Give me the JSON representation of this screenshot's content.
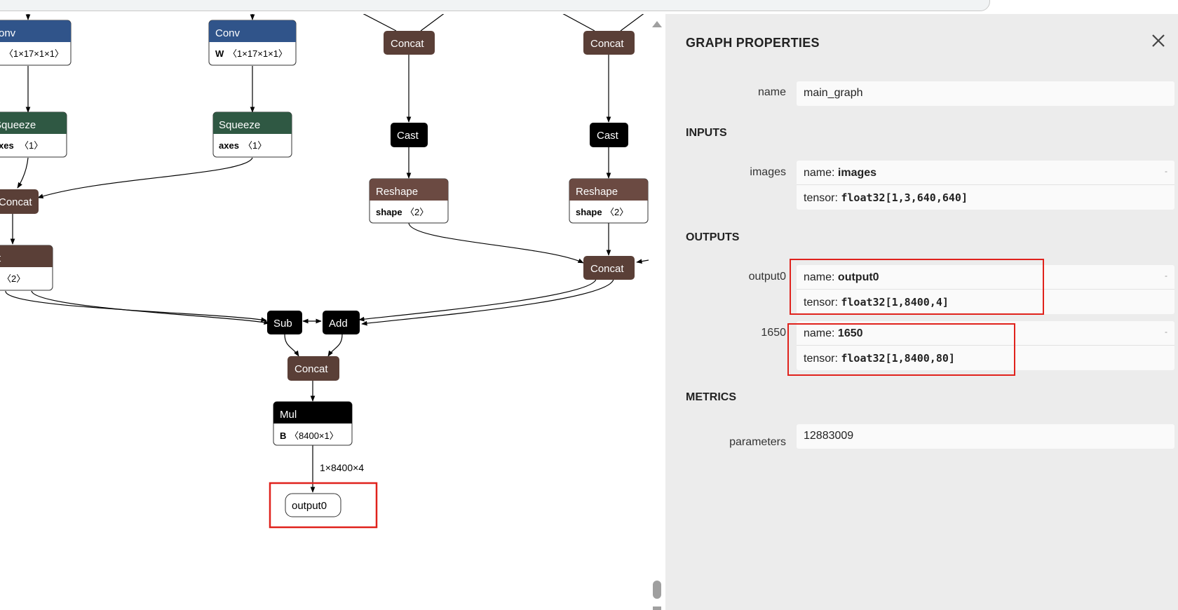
{
  "graph": {
    "nodes": {
      "conv_left": {
        "title": "onv",
        "attr": "〈1×17×1×1〉"
      },
      "conv_mid": {
        "title": "Conv",
        "attr_name": "W",
        "attr": "〈1×17×1×1〉"
      },
      "squeeze_left": {
        "title": "Squeeze",
        "attr_name": "xes",
        "attr": "〈1〉"
      },
      "squeeze_mid": {
        "title": "Squeeze",
        "attr_name": "axes",
        "attr": "〈1〉"
      },
      "concat_left": {
        "title": "Concat"
      },
      "partial_left": {
        "title": "t",
        "attr": "〈2〉"
      },
      "concat_top1": {
        "title": "Concat"
      },
      "concat_top2": {
        "title": "Concat"
      },
      "cast1": {
        "title": "Cast"
      },
      "cast2": {
        "title": "Cast"
      },
      "reshape1": {
        "title": "Reshape",
        "attr_name": "shape",
        "attr": "〈2〉"
      },
      "reshape2": {
        "title": "Reshape",
        "attr_name": "shape",
        "attr": "〈2〉"
      },
      "concat_right": {
        "title": "Concat"
      },
      "sub": {
        "title": "Sub"
      },
      "add": {
        "title": "Add"
      },
      "concat_bottom": {
        "title": "Concat"
      },
      "mul": {
        "title": "Mul",
        "attr_name": "B",
        "attr": "〈8400×1〉"
      },
      "output0": {
        "title": "output0"
      }
    },
    "edge_label": "1×8400×4"
  },
  "panel": {
    "title": "GRAPH PROPERTIES",
    "name_label": "name",
    "name_value": "main_graph",
    "inputs_heading": "INPUTS",
    "inputs": [
      {
        "label": "images",
        "name_prefix": "name: ",
        "name": "images",
        "tensor_prefix": "tensor: ",
        "tensor": "float32[1,3,640,640]",
        "dash": "-"
      }
    ],
    "outputs_heading": "OUTPUTS",
    "outputs": [
      {
        "label": "output0",
        "name_prefix": "name: ",
        "name": "output0",
        "tensor_prefix": "tensor: ",
        "tensor": "float32[1,8400,4]",
        "dash": "-"
      },
      {
        "label": "1650",
        "name_prefix": "name: ",
        "name": "1650",
        "tensor_prefix": "tensor: ",
        "tensor": "float32[1,8400,80]",
        "dash": "-"
      }
    ],
    "metrics_heading": "METRICS",
    "parameters_label": "parameters",
    "parameters_value": "12883009"
  },
  "colors": {
    "conv": "#30548a",
    "squeeze": "#2f5843",
    "concat": "#5a3f37",
    "reshape": "#6b4a42",
    "op_black": "#000000",
    "highlight": "#e0221c"
  }
}
